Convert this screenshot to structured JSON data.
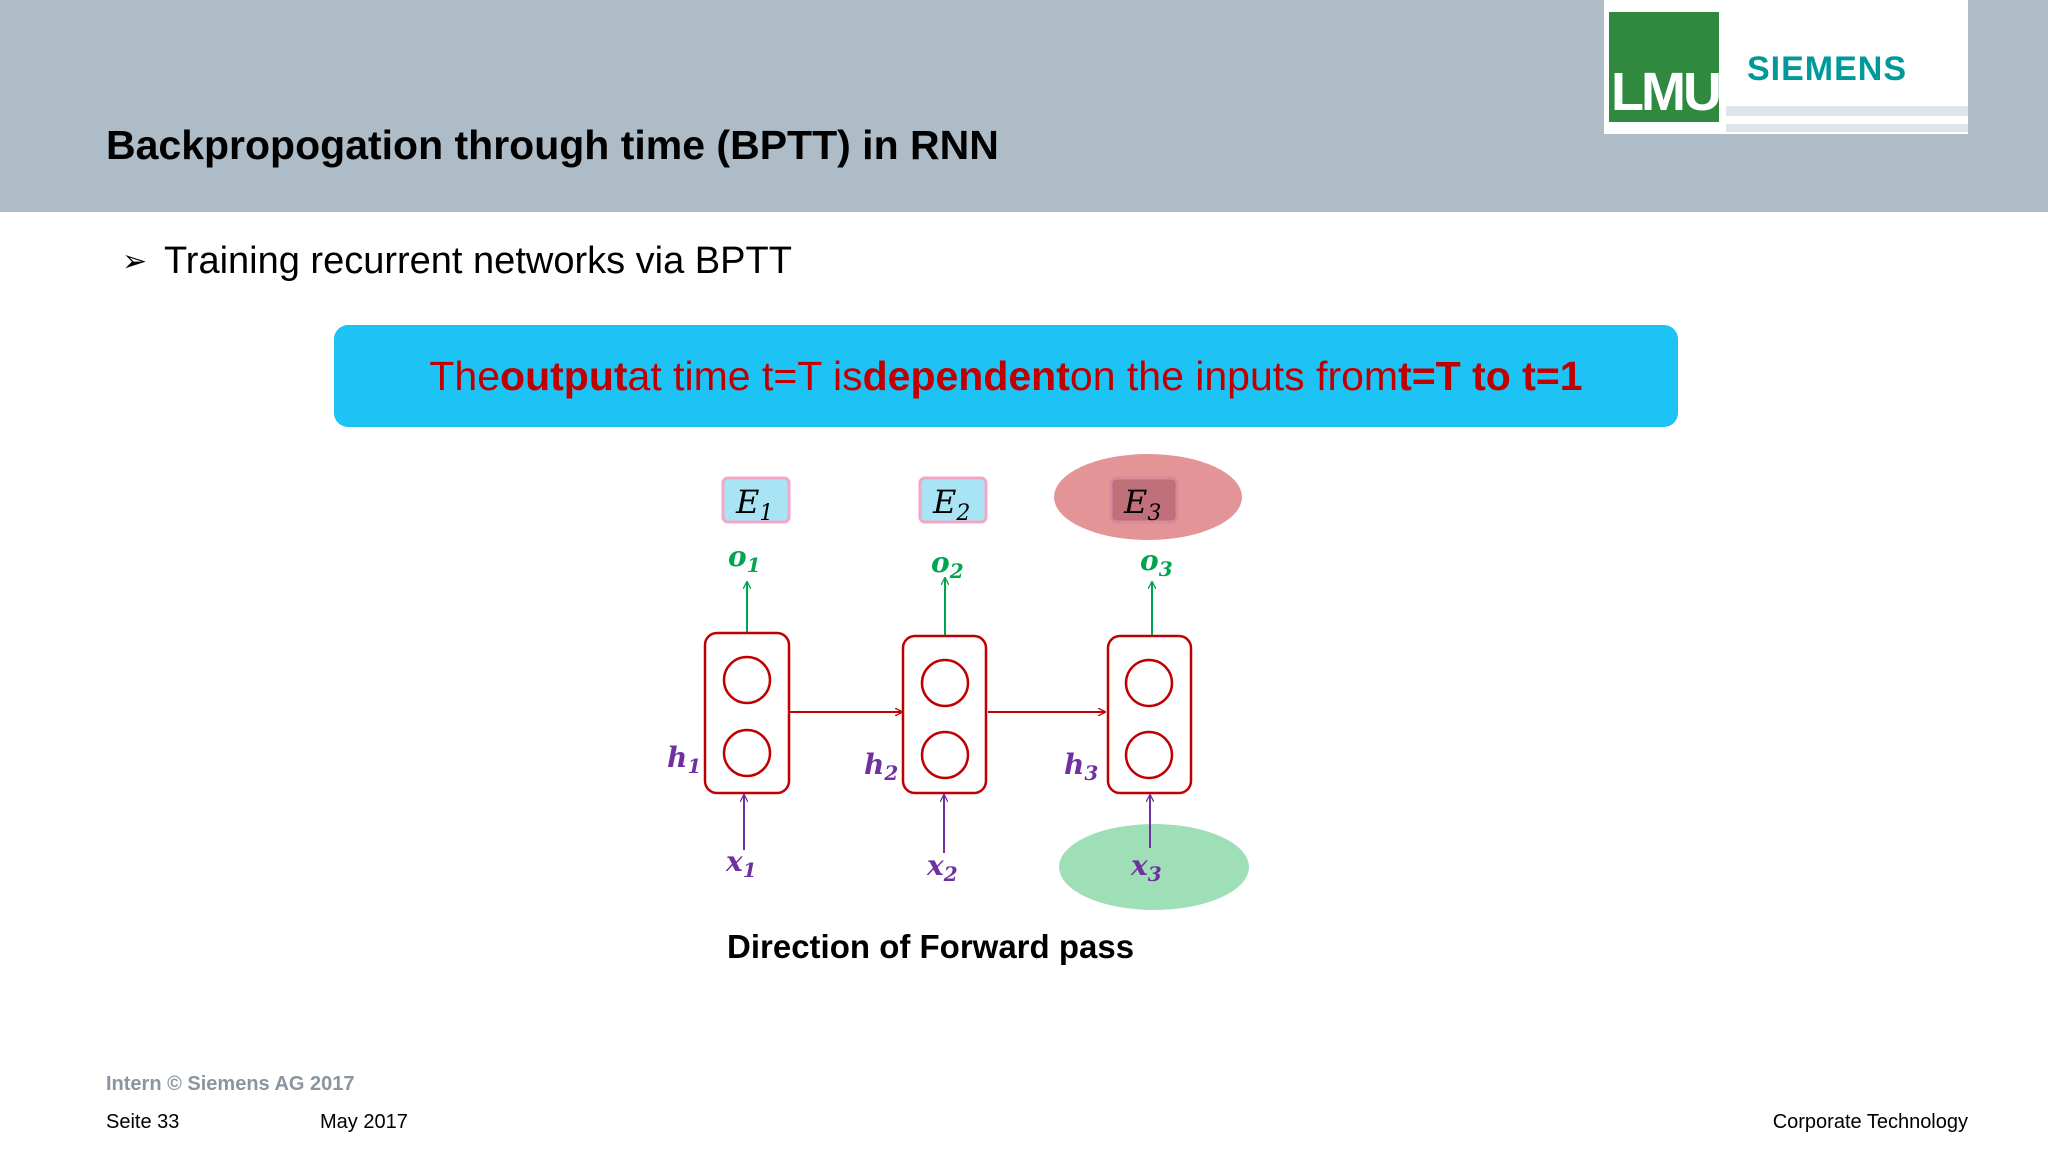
{
  "slide": {
    "title": "Backpropogation through time (BPTT) in RNN",
    "bullet": "Training recurrent networks via BPTT"
  },
  "callout": {
    "p1": "The ",
    "b1": "output",
    "p2": " at time t=T is ",
    "b2": "dependent",
    "p3": " on the inputs from ",
    "b3": "t=T to t=1"
  },
  "logos": {
    "lmu": "LMU",
    "siemens": "SIEMENS"
  },
  "diagram": {
    "caption": "Direction of Forward pass",
    "steps": [
      {
        "E": "E",
        "Esub": "1",
        "o": "o",
        "osub": "1",
        "h": "h",
        "hsub": "1",
        "x": "x",
        "xsub": "1"
      },
      {
        "E": "E",
        "Esub": "2",
        "o": "o",
        "osub": "2",
        "h": "h",
        "hsub": "2",
        "x": "x",
        "xsub": "2"
      },
      {
        "E": "E",
        "Esub": "3",
        "o": "o",
        "osub": "3",
        "h": "h",
        "hsub": "3",
        "x": "x",
        "xsub": "3"
      }
    ],
    "colors": {
      "cell": "#c00000",
      "output": "#00a550",
      "input": "#7030a0",
      "error_box": "#a9e4f5",
      "highlight_red": "#e29497",
      "highlight_green": "#9fdfb7"
    }
  },
  "footer": {
    "copyright": "Intern © Siemens AG 2017",
    "page": "Seite 33",
    "date": "May 2017",
    "department": "Corporate Technology"
  }
}
